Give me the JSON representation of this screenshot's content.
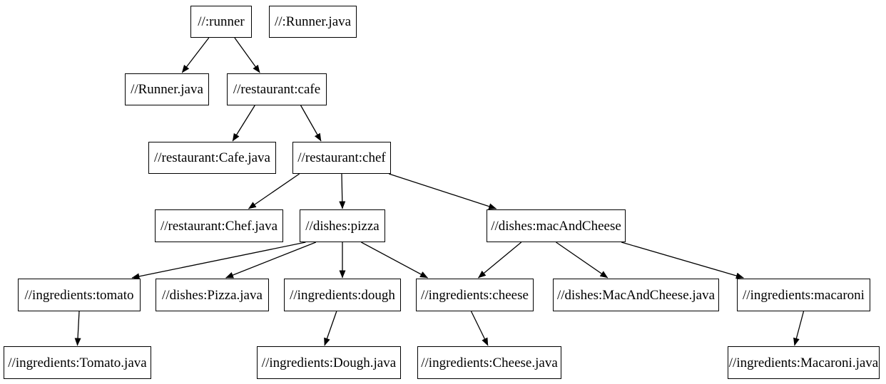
{
  "diagram": {
    "type": "build-dependency-graph",
    "background_color": "#ffffff",
    "node_fill_color": "#ffffff",
    "node_border_color": "#000000",
    "edge_color": "#000000",
    "nodes": [
      {
        "id": "runner",
        "label": "//:runner"
      },
      {
        "id": "runner-java-root",
        "label": "//:Runner.java"
      },
      {
        "id": "runner-java",
        "label": "//Runner.java"
      },
      {
        "id": "cafe",
        "label": "//restaurant:cafe"
      },
      {
        "id": "cafe-java",
        "label": "//restaurant:Cafe.java"
      },
      {
        "id": "chef",
        "label": "//restaurant:chef"
      },
      {
        "id": "chef-java",
        "label": "//restaurant:Chef.java"
      },
      {
        "id": "pizza",
        "label": "//dishes:pizza"
      },
      {
        "id": "mac-and-cheese",
        "label": "//dishes:macAndCheese"
      },
      {
        "id": "tomato",
        "label": "//ingredients:tomato"
      },
      {
        "id": "pizza-java",
        "label": "//dishes:Pizza.java"
      },
      {
        "id": "dough",
        "label": "//ingredients:dough"
      },
      {
        "id": "cheese",
        "label": "//ingredients:cheese"
      },
      {
        "id": "mac-and-cheese-java",
        "label": "//dishes:MacAndCheese.java"
      },
      {
        "id": "macaroni",
        "label": "//ingredients:macaroni"
      },
      {
        "id": "tomato-java",
        "label": "//ingredients:Tomato.java"
      },
      {
        "id": "dough-java",
        "label": "//ingredients:Dough.java"
      },
      {
        "id": "cheese-java",
        "label": "//ingredients:Cheese.java"
      },
      {
        "id": "macaroni-java",
        "label": "//ingredients:Macaroni.java"
      }
    ],
    "edges": [
      {
        "from": "runner",
        "to": "runner-java"
      },
      {
        "from": "runner",
        "to": "cafe"
      },
      {
        "from": "cafe",
        "to": "cafe-java"
      },
      {
        "from": "cafe",
        "to": "chef"
      },
      {
        "from": "chef",
        "to": "chef-java"
      },
      {
        "from": "chef",
        "to": "pizza"
      },
      {
        "from": "chef",
        "to": "mac-and-cheese"
      },
      {
        "from": "pizza",
        "to": "tomato"
      },
      {
        "from": "pizza",
        "to": "pizza-java"
      },
      {
        "from": "pizza",
        "to": "dough"
      },
      {
        "from": "pizza",
        "to": "cheese"
      },
      {
        "from": "mac-and-cheese",
        "to": "cheese"
      },
      {
        "from": "mac-and-cheese",
        "to": "mac-and-cheese-java"
      },
      {
        "from": "mac-and-cheese",
        "to": "macaroni"
      },
      {
        "from": "tomato",
        "to": "tomato-java"
      },
      {
        "from": "dough",
        "to": "dough-java"
      },
      {
        "from": "cheese",
        "to": "cheese-java"
      },
      {
        "from": "macaroni",
        "to": "macaroni-java"
      }
    ]
  }
}
